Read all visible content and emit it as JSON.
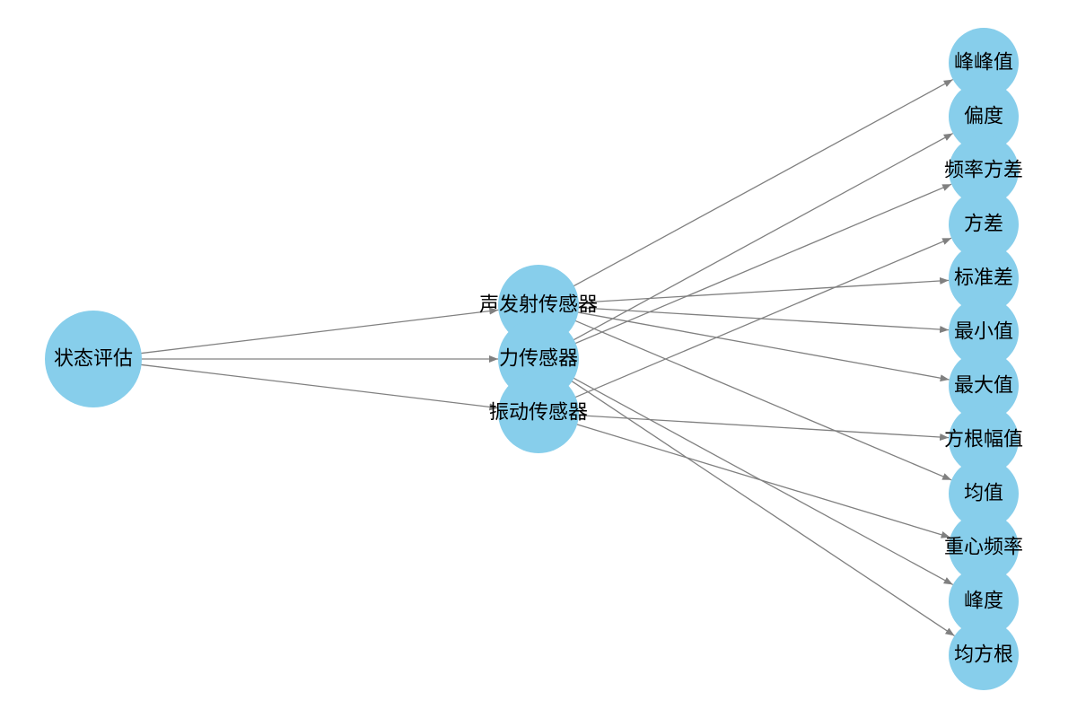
{
  "style": {
    "node_fill": "#87CEEB",
    "edge_color": "#808080",
    "label_color": "#000000"
  },
  "nodes": [
    {
      "id": "root",
      "label": "状态评估"
    },
    {
      "id": "acoustic",
      "label": "声发射传感器"
    },
    {
      "id": "force",
      "label": "力传感器"
    },
    {
      "id": "vibration",
      "label": "振动传感器"
    },
    {
      "id": "f_ptp",
      "label": "峰峰值"
    },
    {
      "id": "f_skew",
      "label": "偏度"
    },
    {
      "id": "f_freqvar",
      "label": "频率方差"
    },
    {
      "id": "f_var",
      "label": "方差"
    },
    {
      "id": "f_std",
      "label": "标准差"
    },
    {
      "id": "f_min",
      "label": "最小值"
    },
    {
      "id": "f_max",
      "label": "最大值"
    },
    {
      "id": "f_sra",
      "label": "方根幅值"
    },
    {
      "id": "f_mean",
      "label": "均值"
    },
    {
      "id": "f_centroid",
      "label": "重心频率"
    },
    {
      "id": "f_kurt",
      "label": "峰度"
    },
    {
      "id": "f_rms",
      "label": "均方根"
    }
  ],
  "edges": [
    {
      "from": "root",
      "to": "acoustic"
    },
    {
      "from": "root",
      "to": "force"
    },
    {
      "from": "root",
      "to": "vibration"
    },
    {
      "from": "acoustic",
      "to": "f_ptp"
    },
    {
      "from": "acoustic",
      "to": "f_std"
    },
    {
      "from": "acoustic",
      "to": "f_min"
    },
    {
      "from": "acoustic",
      "to": "f_max"
    },
    {
      "from": "acoustic",
      "to": "f_mean"
    },
    {
      "from": "force",
      "to": "f_skew"
    },
    {
      "from": "force",
      "to": "f_freqvar"
    },
    {
      "from": "force",
      "to": "f_kurt"
    },
    {
      "from": "force",
      "to": "f_rms"
    },
    {
      "from": "vibration",
      "to": "f_var"
    },
    {
      "from": "vibration",
      "to": "f_sra"
    },
    {
      "from": "vibration",
      "to": "f_centroid"
    }
  ]
}
